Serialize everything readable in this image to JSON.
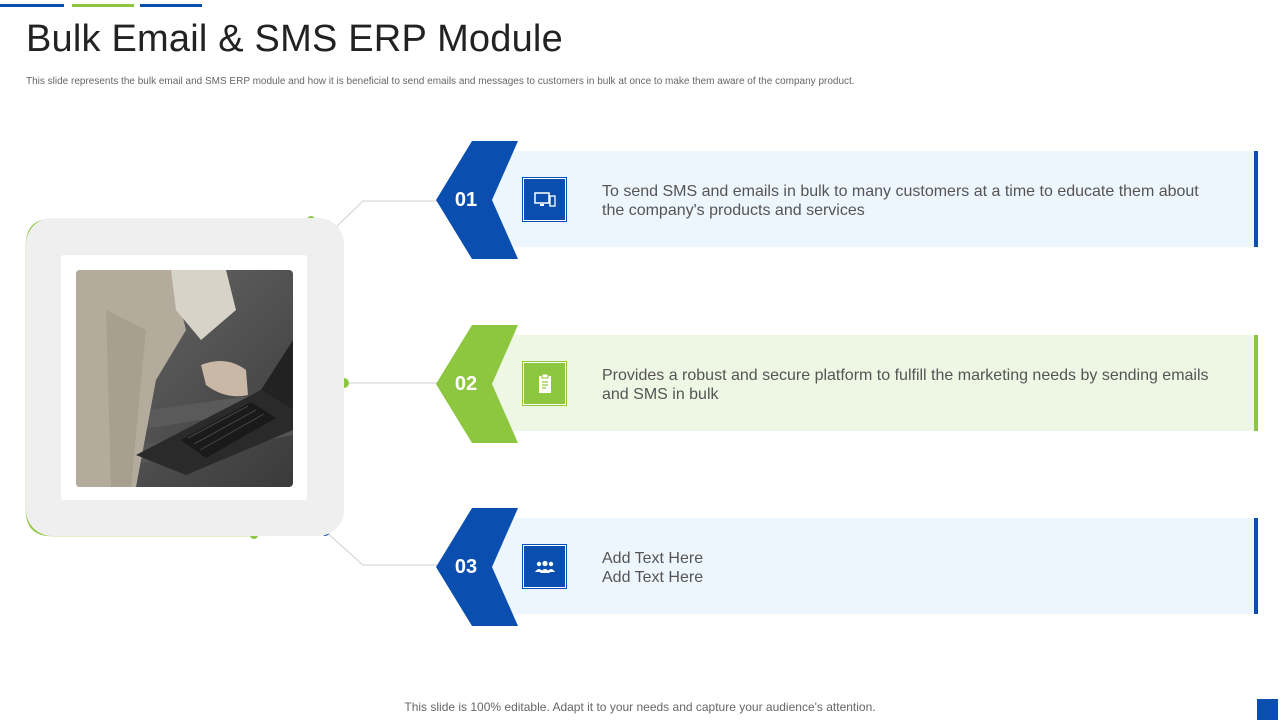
{
  "slide": {
    "title": "Bulk Email & SMS ERP Module",
    "subtitle": "This slide represents the bulk email  and SMS ERP  module and how it is beneficial to send emails and messages to customers in bulk at once to make them aware of the company product.",
    "footer": "This slide is 100% editable. Adapt it to your needs and capture your audience's attention."
  },
  "colors": {
    "blue": "#0a4fb0",
    "green": "#8dc63f",
    "light_blue": "#edf5fd",
    "light_green": "#eef6e4"
  },
  "items": [
    {
      "number": "01",
      "icon": "computer-monitor-icon",
      "line1": "To send SMS and emails in bulk to many customers at a time to educate them about",
      "line2": "the company's products and services"
    },
    {
      "number": "02",
      "icon": "clipboard-document-icon",
      "line1": "Provides a robust and secure platform to fulfill the marketing needs by sending emails",
      "line2": "and SMS in bulk"
    },
    {
      "number": "03",
      "icon": "team-people-icon",
      "line1": "Add Text Here",
      "line2": "Add Text Here"
    }
  ]
}
